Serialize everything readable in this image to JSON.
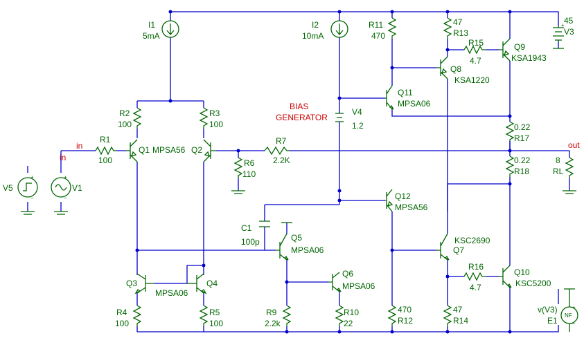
{
  "labels": {
    "i1_name": "I1",
    "i1_val": "5mA",
    "i2_name": "I2",
    "i2_val": "10mA",
    "r11_name": "R11",
    "r11_val": "470",
    "r13_val": "47",
    "r13_name": "R13",
    "v3_val": "45",
    "v3_name": "V3",
    "r15_name": "R15",
    "r15_val": "4.7",
    "q9_name": "Q9",
    "q9_model": "KSA1943",
    "q8_name": "Q8",
    "q8_model": "KSA1220",
    "q11_name": "Q11",
    "q11_model": "MPSA06",
    "bias_line1": "BIAS",
    "bias_line2": "GENERATOR",
    "v4_name": "V4",
    "v4_val": "1.2",
    "r2_name": "R2",
    "r2_val": "100",
    "r3_name": "R3",
    "r3_val": "100",
    "r17_val": "0.22",
    "r17_name": "R17",
    "in_label_top": "in",
    "in_label_mid": "in",
    "r1_name": "R1",
    "r1_val": "100",
    "q1_name": "Q1",
    "q1_model": "MPSA56",
    "q2_name": "Q2",
    "r7_name": "R7",
    "r7_val": "2.2K",
    "out_label": "out",
    "r18_val": "0.22",
    "r18_name": "R18",
    "rl_val": "8",
    "rl_name": "RL",
    "r6_name": "R6",
    "r6_val": "110",
    "v5_name": "V5",
    "v1_name": "V1",
    "q12_name": "Q12",
    "q12_model": "MPSA56",
    "c1_name": "C1",
    "c1_val": "100p",
    "q5_name": "Q5",
    "q5_model": "MPSA06",
    "q7_model": "KSC2690",
    "q7_name": "Q7",
    "r16_name": "R16",
    "r16_val": "4.7",
    "q10_name": "Q10",
    "q10_model": "KSC5200",
    "q3_name": "Q3",
    "q4_name": "Q4",
    "q34_model": "MPSA06",
    "q6_name": "Q6",
    "q6_model": "MPSA06",
    "r4_name": "R4",
    "r4_val": "100",
    "r5_name": "R5",
    "r5_val": "100",
    "r9_name": "R9",
    "r9_val": "2.2k",
    "r10_name": "R10",
    "r10_val": "22",
    "r12_val": "470",
    "r12_name": "R12",
    "r14_val": "47",
    "r14_name": "R14",
    "e1_expr": "v(V3)",
    "e1_name": "E1",
    "e1_sym": "NF"
  }
}
